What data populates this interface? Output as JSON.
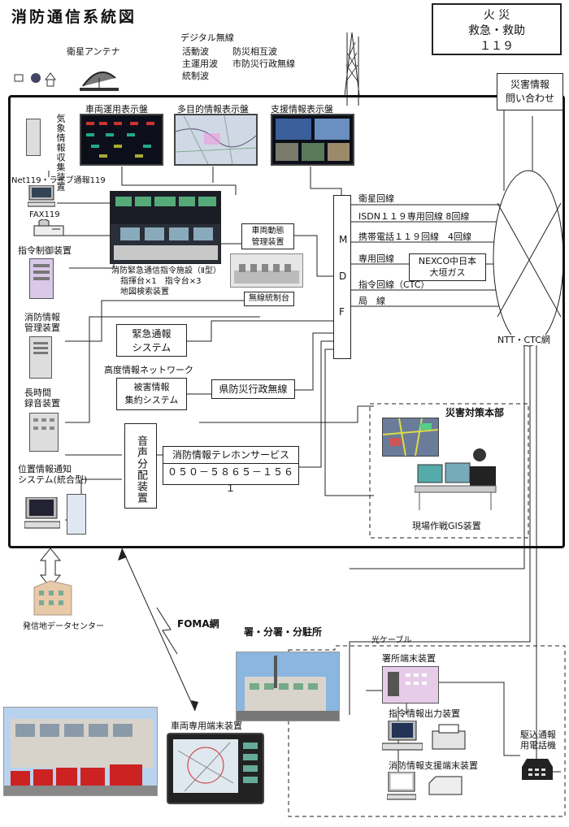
{
  "title": "消防通信系統図",
  "labels": {
    "satellite_antenna": "衛星アンテナ",
    "digital_radio": "デジタル無線",
    "radio_1": "活動波",
    "radio_2": "防災相互波",
    "radio_3": "主運用波",
    "radio_4": "市防災行政無線",
    "radio_5": "統制波",
    "weather": "気象情報収集装置",
    "display_vehicle": "車両運用表示盤",
    "display_multi": "多目的情報表示盤",
    "display_support": "支援情報表示盤",
    "net119": "Net119・ライブ通報119",
    "fax": "FAX119",
    "command_control": "指令制御装置",
    "facility_caption": "消防緊急通信指令施設（Ⅱ型）",
    "facility_sub1": "指揮台×1　指令台×3",
    "facility_sub2": "地図検索装置",
    "vehicle_mgmt": "車両動態\n管理装置",
    "radio_control": "無線統制台",
    "fire_info_mgmt": "消防情報\n管理装置",
    "emergency_system": "緊急通報\nシステム",
    "advanced_network": "高度情報ネットワーク",
    "damage_system": "被害情報\n集約システム",
    "pref_radio": "県防災行政無線",
    "long_recorder": "長時間\n録音装置",
    "voice_dist": "音声分配装置",
    "telephone_service": "消防情報テレホンサービス",
    "telephone_number": "０５０－５８６５－１５６１",
    "location_system": "位置情報通知\nシステム(統合型)",
    "datacenter": "発信地データセンター",
    "mdf": [
      "M",
      "D",
      "F"
    ],
    "ntt_network": "NTT・CTC網",
    "fire_emergency": "火 災\n救急・救助\n１１９",
    "disaster_inquiry": "災害情報\n問い合わせ",
    "disaster_hq": "災害対策本部",
    "gis": "現場作戦GIS装置",
    "foma": "FOMA網",
    "vehicle_terminal": "車両専用端末装置",
    "stations": "署・分署・分駐所",
    "optical_cable": "光ケーブル",
    "station_terminal": "署所端末装置",
    "command_output": "指令情報出力装置",
    "support_terminal": "消防情報支援端末装置",
    "rush_phone": "駆込通報\n用電話機",
    "nexco": "NEXCO中日本\n大垣ガス"
  },
  "lines": [
    "衛星回線",
    "ISDN１１９専用回線 8回線",
    "携帯電話１１９回線　4回線",
    "専用回線",
    "指令回線（CTC）",
    "局　線"
  ],
  "icons": [
    "satellite-dish-icon",
    "antenna-tower-icon",
    "computer-icon",
    "fax-icon",
    "server-icon",
    "phone-icon",
    "printer-icon",
    "building-icon"
  ],
  "colors": {
    "frame": "#111111",
    "screen": "#0c0f1a",
    "building": "#e8c9a8"
  }
}
